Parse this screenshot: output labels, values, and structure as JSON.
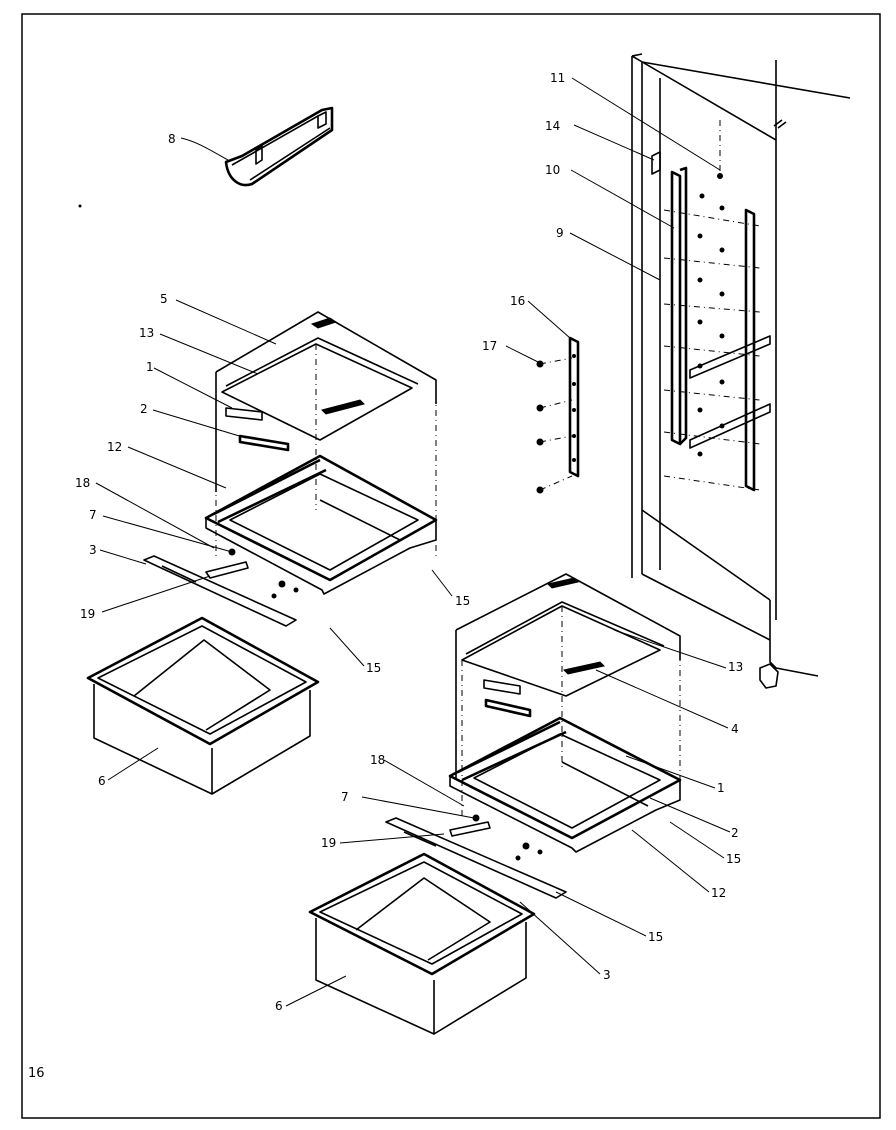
{
  "callouts": {
    "c8": "8",
    "c5": "5",
    "c13a": "13",
    "c1a": "1",
    "c2a": "2",
    "c12a": "12",
    "c18a": "18",
    "c7a": "7",
    "c3a": "3",
    "c19a": "19",
    "c15a": "15",
    "c15b": "15",
    "c6a": "6",
    "c11": "11",
    "c14": "14",
    "c10": "10",
    "c9": "9",
    "c16": "16",
    "c17": "17",
    "c13b": "13",
    "c4": "4",
    "c1b": "1",
    "c2b": "2",
    "c15c": "15",
    "c12b": "12",
    "c18b": "18",
    "c7b": "7",
    "c19b": "19",
    "c15d": "15",
    "c3b": "3",
    "c6b": "6"
  },
  "page_number": "16"
}
